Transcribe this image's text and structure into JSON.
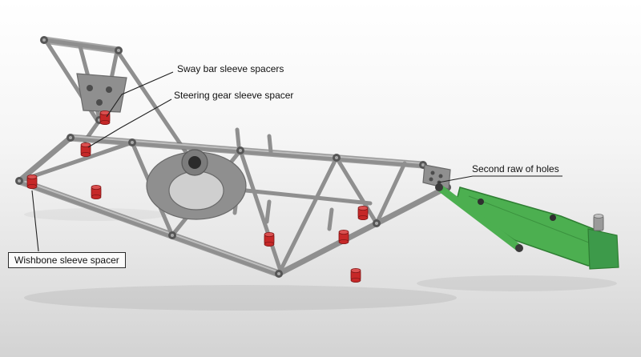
{
  "diagram": {
    "subject": "suspension-subframe-render",
    "annotations": [
      {
        "id": "sway_bar",
        "label": "Sway bar sleeve spacers"
      },
      {
        "id": "steering_gear",
        "label": "Steering gear sleeve spacer"
      },
      {
        "id": "second_row",
        "label": "Second raw of holes"
      },
      {
        "id": "wishbone",
        "label": "Wishbone sleeve spacer"
      }
    ],
    "colors": {
      "frame": "#8f8f8f",
      "frame_dark": "#5f5f5f",
      "spacer_red": "#c62828",
      "arm_green": "#4caf50",
      "arm_green_dark": "#2e7d32",
      "label_text": "#111111",
      "leader_line": "#222222",
      "background_top": "#ffffff",
      "background_bottom": "#d3d3d3"
    }
  }
}
